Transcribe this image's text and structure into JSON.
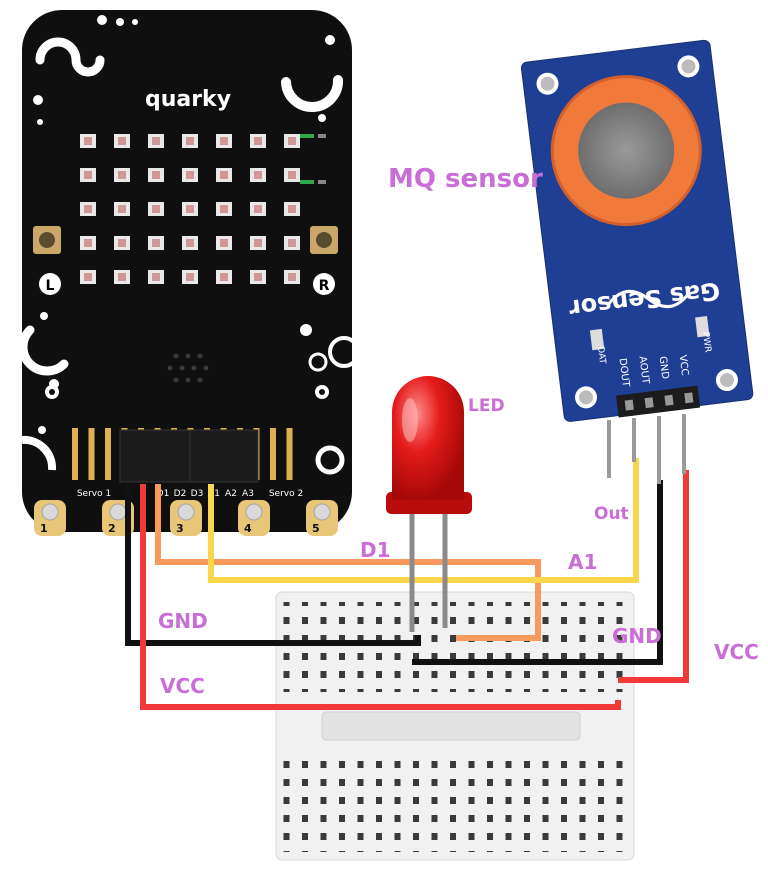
{
  "board": {
    "brand": "quarky",
    "btn_left": "L",
    "btn_right": "R",
    "header_labels": [
      "Servo 1",
      "D1",
      "D2",
      "D3",
      "A1",
      "A2",
      "A3",
      "Servo 2"
    ],
    "pads": [
      "1",
      "2",
      "3",
      "4",
      "5"
    ]
  },
  "sensor": {
    "title": "Gas Sensor",
    "pins": [
      "DOUT",
      "AOUT",
      "GND",
      "VCC"
    ],
    "leds": [
      "DAT",
      "PWR"
    ]
  },
  "labels": {
    "mq_sensor": "MQ sensor",
    "led": "LED",
    "d1": "D1",
    "a1": "A1",
    "out": "Out",
    "gnd_left": "GND",
    "gnd_right": "GND",
    "vcc_left": "VCC",
    "vcc_right": "VCC"
  },
  "colors": {
    "wire_black": "#111111",
    "wire_red": "#f03a3a",
    "wire_orange": "#f79a5c",
    "wire_yellow": "#fbd54a",
    "label": "#c86ed6",
    "board": "#0f0f0f",
    "sensor_pcb": "#1f3f95",
    "led_red": "#e01515"
  }
}
